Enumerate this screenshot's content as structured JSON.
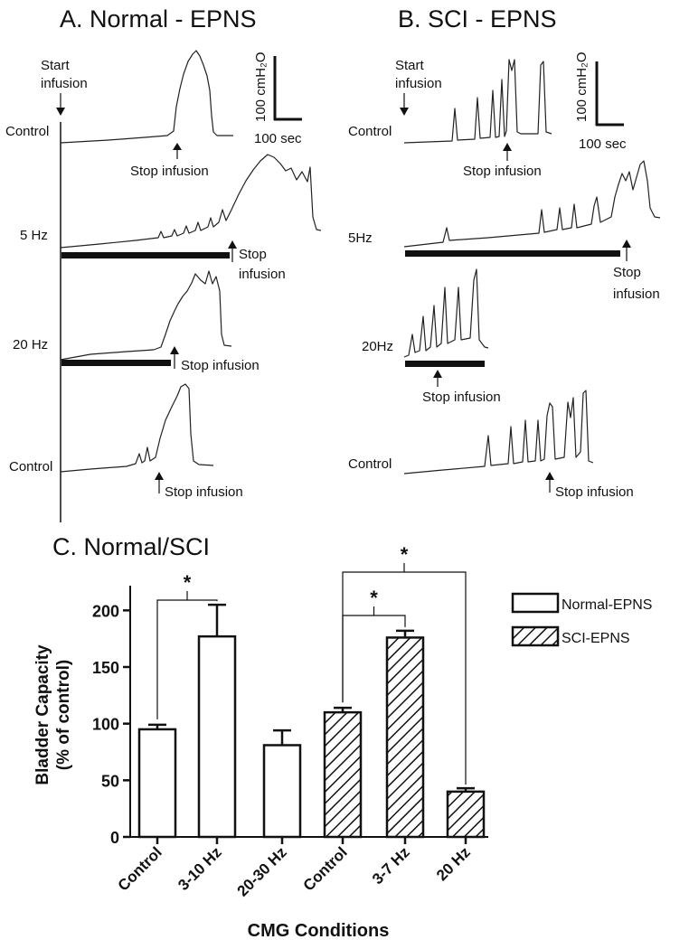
{
  "panel_a": {
    "title": "A. Normal - EPNS",
    "start_label_1": "Start",
    "start_label_2": "infusion",
    "scale_y": "100 cmH₂O",
    "scale_x": "100 sec",
    "rows": [
      {
        "label": "Control",
        "stop_label": "Stop infusion"
      },
      {
        "label": "5 Hz",
        "stop_label_1": "Stop",
        "stop_label_2": "infusion"
      },
      {
        "label": "20 Hz",
        "stop_label": "Stop infusion"
      },
      {
        "label": "Control",
        "stop_label": "Stop infusion"
      }
    ]
  },
  "panel_b": {
    "title": "B. SCI - EPNS",
    "start_label_1": "Start",
    "start_label_2": "infusion",
    "scale_y": "100 cmH₂O",
    "scale_x": "100 sec",
    "rows": [
      {
        "label": "Control",
        "stop_label": "Stop infusion"
      },
      {
        "label": "5Hz",
        "stop_label_1": "Stop",
        "stop_label_2": "infusion"
      },
      {
        "label": "20Hz",
        "stop_label": "Stop infusion"
      },
      {
        "label": "Control",
        "stop_label": "Stop infusion"
      }
    ]
  },
  "chart_data": {
    "type": "bar",
    "title": "C. Normal/SCI",
    "xlabel": "CMG Conditions",
    "ylabel_line1": "Bladder Capacity",
    "ylabel_line2": "(% of control)",
    "ylim": [
      0,
      225
    ],
    "yticks": [
      0,
      50,
      100,
      150,
      200
    ],
    "categories": [
      "Control",
      "3-10 Hz",
      "20-30 Hz",
      "Control",
      "3-7 Hz",
      "20 Hz"
    ],
    "series": [
      {
        "name": "Normal-EPNS",
        "pattern": "open",
        "indices": [
          0,
          1,
          2
        ],
        "values": [
          95,
          177,
          81
        ],
        "errors": [
          4,
          28,
          13
        ]
      },
      {
        "name": "SCI-EPNS",
        "pattern": "hatched",
        "indices": [
          3,
          4,
          5
        ],
        "values": [
          110,
          176,
          40
        ],
        "errors": [
          4,
          6,
          3
        ]
      }
    ],
    "significance": [
      {
        "from": 0,
        "to": 1,
        "label": "*"
      },
      {
        "from": 3,
        "to": 4,
        "label": "*"
      },
      {
        "from": 3,
        "to": 5,
        "label": "*"
      }
    ]
  }
}
